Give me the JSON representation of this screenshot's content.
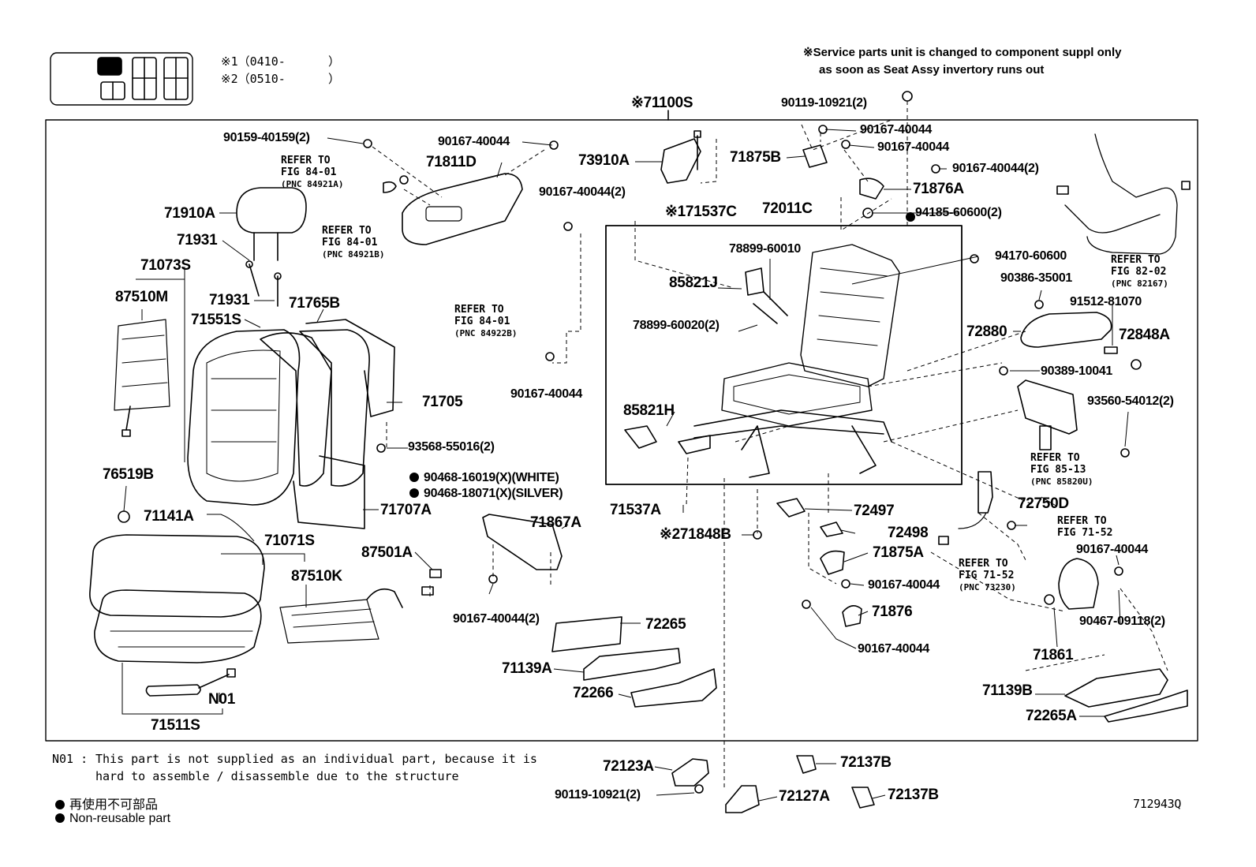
{
  "notes": {
    "variant1": "※1（0410-      ）",
    "variant2": "※2（0510-      ）",
    "service_line1": "※Service parts unit is changed to component suppl only",
    "service_line2": "as soon as Seat Assy invertory runs out",
    "n01_label": "N01 :",
    "n01_line1": "This part is not supplied as an individual part, because it is",
    "n01_line2": "hard to assemble / disassemble due to the structure",
    "legend_jp": "再使用不可部品",
    "legend_en": "Non-reusable part",
    "figure_id": "712943Q"
  },
  "parts": {
    "p71100S": "※71100S",
    "p90119_top": "90119-10921(2)",
    "p90159": "90159-40159(2)",
    "p90167_a": "90167-40044",
    "p71811D": "71811D",
    "p73910A": "73910A",
    "p71875B": "71875B",
    "p90167_b": "90167-40044",
    "p90167_c": "90167-40044",
    "p90167_2a": "90167-40044(2)",
    "p71876A": "71876A",
    "p71910A": "71910A",
    "p90167_2b": "90167-40044(2)",
    "p71537C": "※171537C",
    "p72011C": "72011C",
    "p94185": "94185-60600(2)",
    "p71931a": "71931",
    "p71073S": "71073S",
    "p78899a": "78899-60010",
    "p94170": "94170-60600",
    "p87510M": "87510M",
    "p85821J": "85821J",
    "p90386": "90386-35001",
    "p71931b": "71931",
    "p71765B": "71765B",
    "p91512": "91512-81070",
    "p71551S": "71551S",
    "p78899b": "78899-60020(2)",
    "p72880": "72880",
    "p72848A": "72848A",
    "p90389": "90389-10041",
    "p90167_d": "90167-40044",
    "p71705": "71705",
    "p85821H": "85821H",
    "p93560": "93560-54012(2)",
    "p93568": "93568-55016(2)",
    "p76519B": "76519B",
    "p90468a": "90468-16019(X)(WHITE)",
    "p90468b": "90468-18071(X)(SILVER)",
    "p72750D": "72750D",
    "p71537A": "71537A",
    "p72497": "72497",
    "p71141A": "71141A",
    "p71707A": "71707A",
    "p71867A": "71867A",
    "p72498": "72498",
    "p71848B": "※271848B",
    "p71071S": "71071S",
    "p87501A": "87501A",
    "p71875A": "71875A",
    "p90167_e": "90167-40044",
    "p87510K": "87510K",
    "p90167_f": "90167-40044",
    "p90167_2c": "90167-40044(2)",
    "p71876": "71876",
    "p90467": "90467-09118(2)",
    "p72265": "72265",
    "p90167_g": "90167-40044",
    "p71139A": "71139A",
    "p71861": "71861",
    "p72266": "72266",
    "pN01": "N01",
    "p71139B": "71139B",
    "p71511S": "71511S",
    "p72265A": "72265A",
    "p72123A": "72123A",
    "p72137B_a": "72137B",
    "p90119_bot": "90119-10921(2)",
    "p72127A": "72127A",
    "p72137B_b": "72137B"
  },
  "refs": {
    "r1_l1": "REFER TO",
    "r1_l2": "FIG 84-01",
    "r1_l3": "(PNC 84921A)",
    "r2_l1": "REFER TO",
    "r2_l2": "FIG 84-01",
    "r2_l3": "(PNC 84921B)",
    "r3_l1": "REFER TO",
    "r3_l2": "FIG 84-01",
    "r3_l3": "(PNC 84922B)",
    "r4_l1": "REFER TO",
    "r4_l2": "FIG 82-02",
    "r4_l3": "(PNC 82167)",
    "r5_l1": "REFER TO",
    "r5_l2": "FIG 85-13",
    "r5_l3": "(PNC 85820U)",
    "r6_l1": "REFER TO",
    "r6_l2": "FIG 71-52",
    "r7_l1": "REFER TO",
    "r7_l2": "FIG 71-52",
    "r7_l3": "(PNC 73230)"
  }
}
